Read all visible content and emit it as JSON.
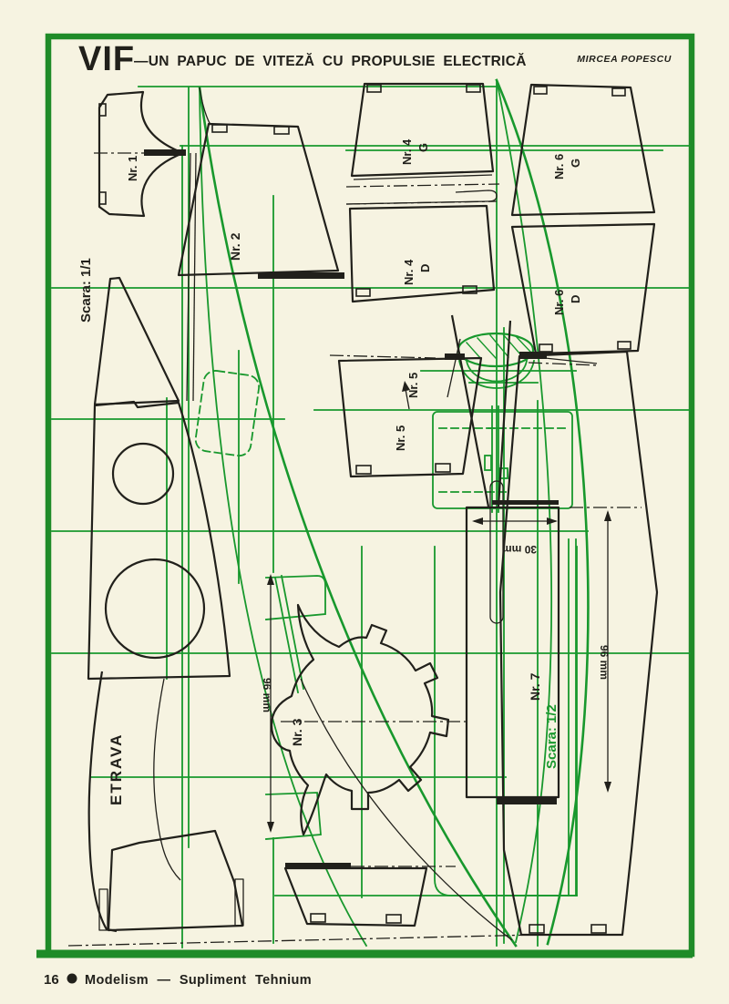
{
  "header": {
    "title_main": "VIF",
    "title_rest": "—UN PAPUC DE VITEZĂ CU PROPULSIE ELECTRICĂ",
    "author": "MIRCEA POPESCU"
  },
  "plan": {
    "scale_main": "Scara: 1/1",
    "scale_part7": "Scara: 1/2",
    "labels": {
      "nr1": "Nr. 1",
      "nr2": "Nr. 2",
      "nr3": "Nr. 3",
      "nr4": "Nr. 4",
      "nr5": "Nr. 5",
      "nr6": "Nr. 6",
      "nr7": "Nr. 7",
      "side_g": "G",
      "side_d": "D",
      "etrava": "ETRAVA"
    },
    "dimensions": {
      "d30": "30 mm",
      "d96": "96 mm"
    }
  },
  "footer": {
    "page_number": "16",
    "text": "Modelism  —  Supliment Tehnium"
  },
  "colors": {
    "paper": "#f6f3e1",
    "frame_green": "#1f8b28",
    "line_green": "#18982d",
    "ink": "#21201b"
  }
}
